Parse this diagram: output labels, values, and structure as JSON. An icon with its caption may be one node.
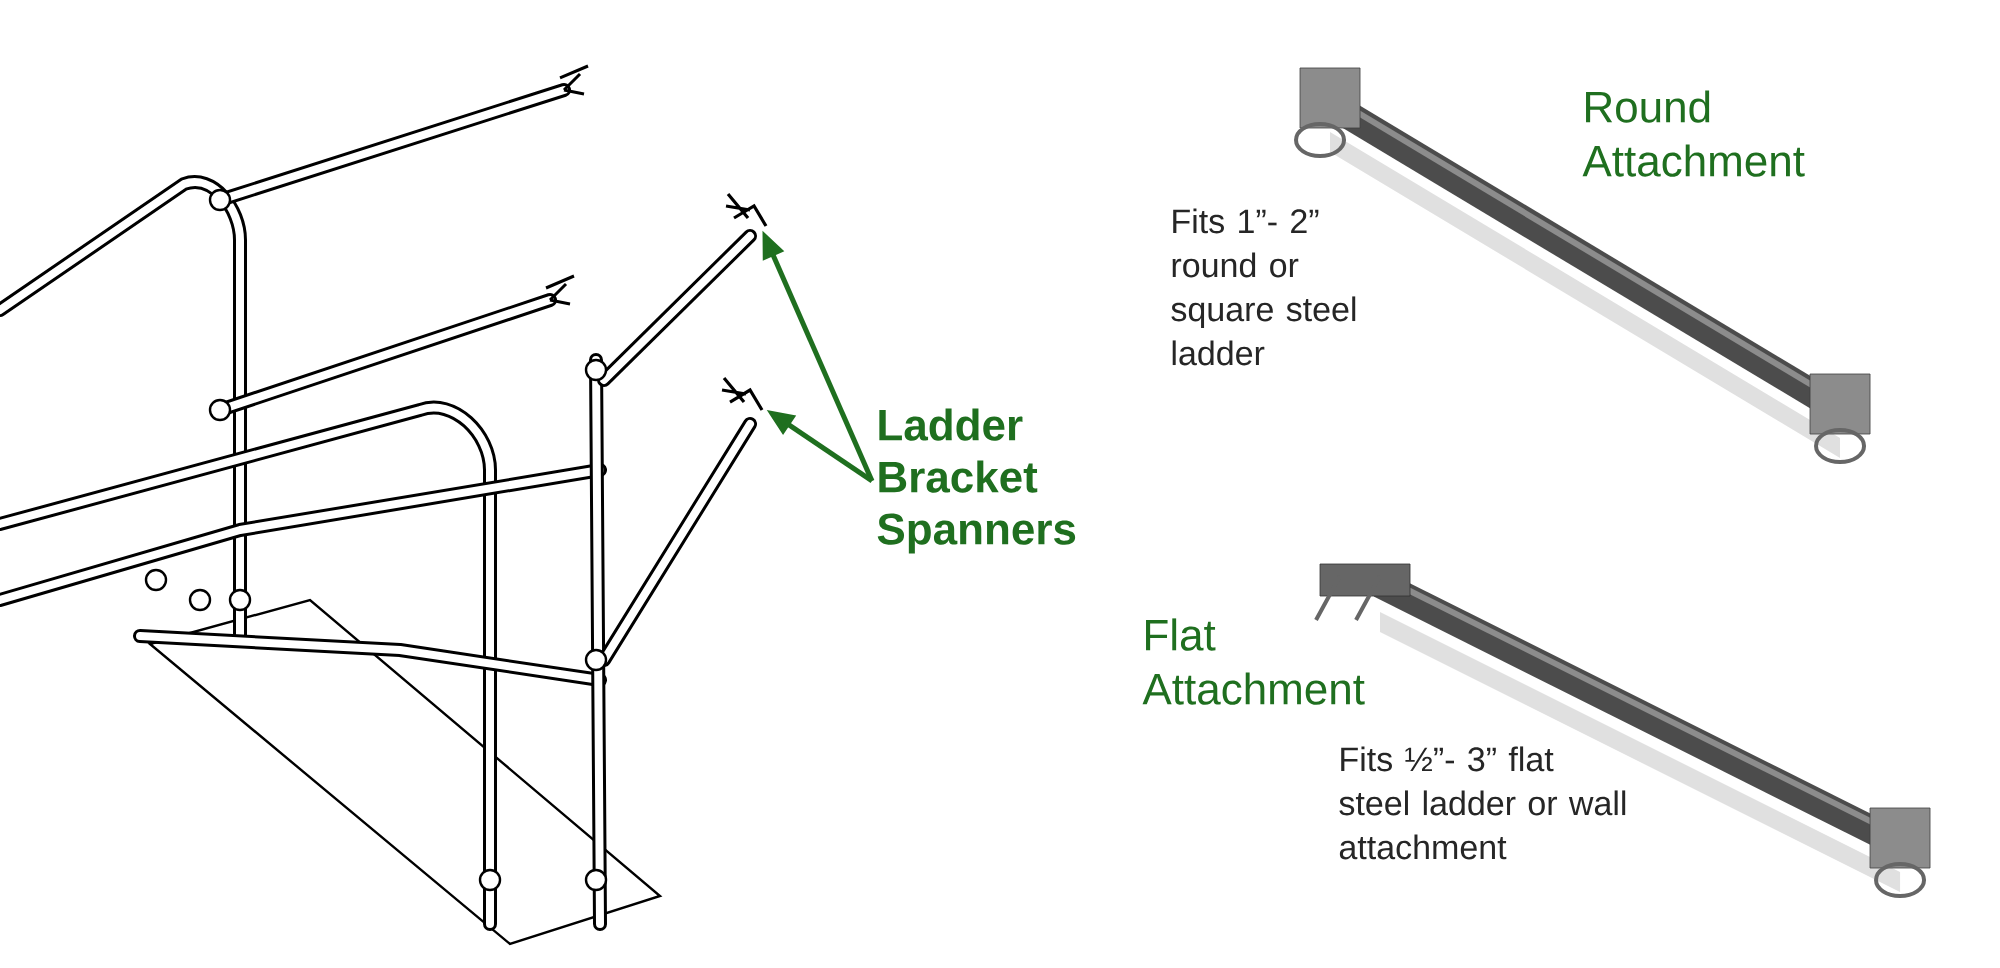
{
  "diagram": {
    "nodes": [
      {
        "text": [
          "Ladder Bracket Spanners"
        ]
      },
      {
        "text": [],
        "shape": "picture"
      },
      {
        "text": [],
        "shape": "picture"
      }
    ],
    "edges": [
      {
        "from": 0,
        "to": 1,
        "arrow": "to"
      },
      {
        "from": 0,
        "to": 2,
        "arrow": "to"
      }
    ],
    "labels": [
      "Round Attachment",
      "Fits 1”- 2” round or square steel ladder",
      "Flat Attachment",
      "Fits ½”- 3” flat steel ladder or wall attachment"
    ]
  }
}
